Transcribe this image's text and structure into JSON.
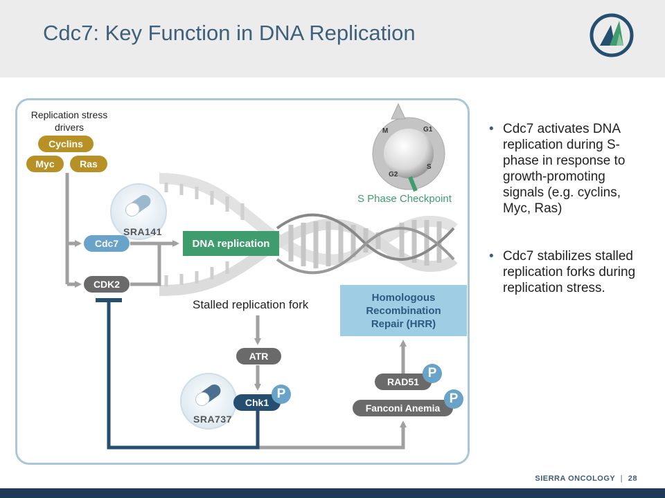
{
  "header": {
    "title": "Cdc7: Key Function in DNA Replication"
  },
  "diagram": {
    "stress_label": "Replication stress drivers",
    "drivers": {
      "cyclins": "Cyclins",
      "myc": "Myc",
      "ras": "Ras"
    },
    "cdc7": "Cdc7",
    "cdk2": "CDK2",
    "dna_replication": "DNA replication",
    "drug1": "SRA141",
    "drug2": "SRA737",
    "stalled_fork": "Stalled replication fork",
    "atr": "ATR",
    "chk1": "Chk1",
    "hrr": "Homologous\nRecombination\nRepair (HRR)",
    "rad51": "RAD51",
    "fanconi": "Fanconi Anemia",
    "phospho": "P",
    "checkpoint": "S Phase Checkpoint",
    "cycle_phases": {
      "m": "M",
      "g1": "G1",
      "s": "S",
      "g2": "G2"
    }
  },
  "bullets": [
    "Cdc7 activates DNA replication during S-phase in response to growth-promoting signals (e.g. cyclins, Myc, Ras)",
    "Cdc7 stabilizes stalled replication forks during replication stress."
  ],
  "footer": {
    "company": "SIERRA ONCOLOGY",
    "separator": "|",
    "page": "28"
  },
  "colors": {
    "title": "#3d607c",
    "gold": "#b79126",
    "green": "#3f9c6c",
    "navy": "#254e70",
    "light_blue": "#6aa3c9"
  }
}
